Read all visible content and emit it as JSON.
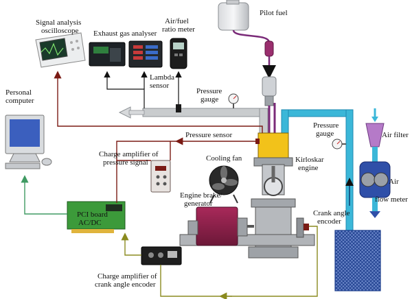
{
  "labels": {
    "pilot_fuel": "Pilot fuel",
    "oscilloscope_line1": "Signal analysis",
    "oscilloscope_line2": "oscilloscope",
    "exhaust_analyser": "Exhaust gas analyser",
    "afr_line1": "Air/fuel",
    "afr_line2": "ratio meter",
    "lambda_line1": "Lambda",
    "lambda_line2": "sensor",
    "pg_top_line1": "Pressure",
    "pg_top_line2": "gauge",
    "pc_line1": "Personal",
    "pc_line2": "computer",
    "pressure_sensor": "Pressure sensor",
    "pg_right_line1": "Pressure",
    "pg_right_line2": "gauge",
    "air_filter": "Air filter",
    "charge_amp_p_line1": "Charge amplifier of",
    "charge_amp_p_line2": "pressure signal",
    "cooling_fan": "Cooling fan",
    "engine_line1": "Kirloskar",
    "engine_line2": "engine",
    "air_line1": "Air",
    "air_line2": "flow meter",
    "brake_line1": "Engine brake/",
    "brake_line2": "generator",
    "pci_line1": "PCI board",
    "pci_line2": "AC/DC",
    "crank_line1": "Crank angle",
    "crank_line2": "encoder",
    "charge_amp_c_line1": "Charge amplifier of",
    "charge_amp_c_line2": "crank angle encoder"
  },
  "colors": {
    "signal_red": "#7a1a14",
    "signal_green": "#3f9a62",
    "signal_olive": "#8a8a1e",
    "fuel_purple": "#7a2a78",
    "air_blue": "#3bb7d8",
    "exhaust_gray": "#c9ccce",
    "brake_magenta": "#8c1f4a",
    "engine_yellow": "#f2c21a"
  }
}
